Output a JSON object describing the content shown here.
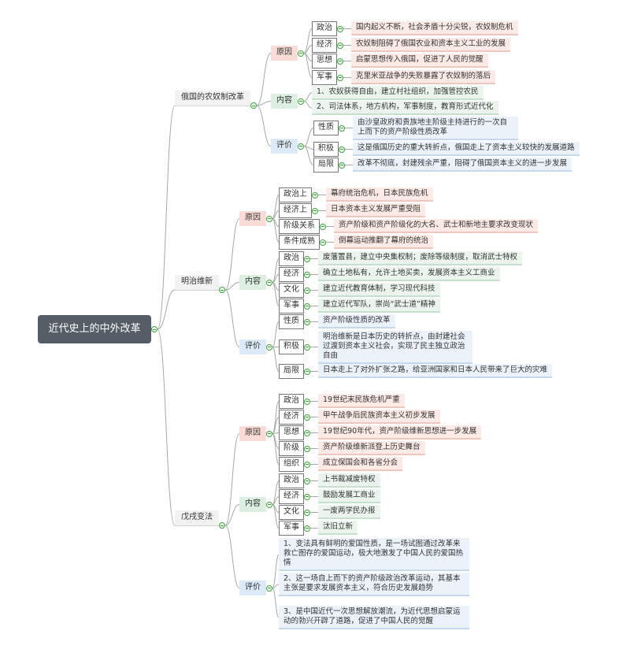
{
  "root": "近代史上的中外改革",
  "branches": [
    {
      "title": "俄国的农奴制改革",
      "groups": [
        {
          "label": "原因",
          "items": [
            {
              "tag": "政治",
              "text": "国内起义不断，社会矛盾十分尖锐，农奴制危机"
            },
            {
              "tag": "经济",
              "text": "农奴制阻碍了俄国农业和资本主义工业的发展"
            },
            {
              "tag": "思想",
              "text": "启蒙思想传入俄国，促进了人民的觉醒"
            },
            {
              "tag": "军事",
              "text": "克里米亚战争的失败暴露了农奴制的落后"
            }
          ]
        },
        {
          "label": "内容",
          "items": [
            {
              "text": "1、农奴获得自由，建立村社组织，加强管控农民"
            },
            {
              "text": "2、司法体系，地方机构，军事制度，教育形式近代化"
            }
          ]
        },
        {
          "label": "评价",
          "items": [
            {
              "tag": "性质",
              "text": "由沙皇政府和贵族地主阶级主持进行的一次自上而下的资产阶级性质改革"
            },
            {
              "tag": "积极",
              "text": "这是俄国历史的重大转折点，俄国走上了资本主义较快的发展道路"
            },
            {
              "tag": "局限",
              "text": "改革不彻底，封建残余严重，阻碍了俄国资本主义的进一步发展"
            }
          ]
        }
      ]
    },
    {
      "title": "明治维新",
      "groups": [
        {
          "label": "原因",
          "items": [
            {
              "tag": "政治上",
              "text": "幕府统治危机，日本民族危机"
            },
            {
              "tag": "经济上",
              "text": "日本资本主义发展严重受阻"
            },
            {
              "tag": "阶级关系",
              "text": "资产阶级和资产阶级化的大名、武士和新地主要求改变现状"
            },
            {
              "tag": "条件成熟",
              "text": "倒幕运动推翻了幕府的统治"
            }
          ]
        },
        {
          "label": "内容",
          "items": [
            {
              "tag": "政治",
              "text": "废藩置县，建立中央集权制；废除等级制度，取消武士特权"
            },
            {
              "tag": "经济",
              "text": "确立土地私有，允许土地买卖，发展资本主义工商业"
            },
            {
              "tag": "文化",
              "text": "建立近代教育体制，学习现代科技"
            },
            {
              "tag": "军事",
              "text": "建立近代军队，崇尚“武士道”精神"
            }
          ]
        },
        {
          "label": "评价",
          "items": [
            {
              "tag": "性质",
              "text": "资产阶级性质的改革"
            },
            {
              "tag": "积极",
              "text": "明治维新是日本历史的转折点，由封建社会过渡到资本主义社会，实现了民主独立政治自由"
            },
            {
              "tag": "局限",
              "text": "日本走上了对外扩张之路，给亚洲国家和日本人民带来了巨大的灾难"
            }
          ]
        }
      ]
    },
    {
      "title": "戊戌变法",
      "groups": [
        {
          "label": "原因",
          "items": [
            {
              "tag": "政治",
              "text": "19世纪末民族危机严重"
            },
            {
              "tag": "经济",
              "text": "甲午战争后民族资本主义初步发展"
            },
            {
              "tag": "思想",
              "text": "19世纪90年代，资产阶级维新思想进一步发展"
            },
            {
              "tag": "阶级",
              "text": "资产阶级维新派登上历史舞台"
            },
            {
              "tag": "组织",
              "text": "成立保国会和各省分会"
            }
          ]
        },
        {
          "label": "内容",
          "items": [
            {
              "tag": "政治",
              "text": "上书裁减废特权"
            },
            {
              "tag": "经济",
              "text": "鼓励发展工商业"
            },
            {
              "tag": "文化",
              "text": "一废两学民办报"
            },
            {
              "tag": "军事",
              "text": "汰旧立新"
            }
          ]
        },
        {
          "label": "评价",
          "items": [
            {
              "text": "1、变法具有鲜明的爱国性质，是一场试图通过改革来救亡图存的爱国运动，极大地激发了中国人民的爱国热情"
            },
            {
              "text": "2、这一场自上而下的资产阶级政治改革运动，其基本主张是要求发展资本主义，符合历史发展趋势"
            },
            {
              "text": "3、是中国近代一次思想解放潮流，为近代思想启蒙运动的勃兴开辟了道路，促进了中国人民的觉醒"
            }
          ]
        }
      ]
    }
  ],
  "colors": {
    "line": "#a8a8a8",
    "cause": "#f9dcd7",
    "content": "#dcefe1",
    "evaluation": "#dce9f6",
    "knob": "#33aa33"
  }
}
